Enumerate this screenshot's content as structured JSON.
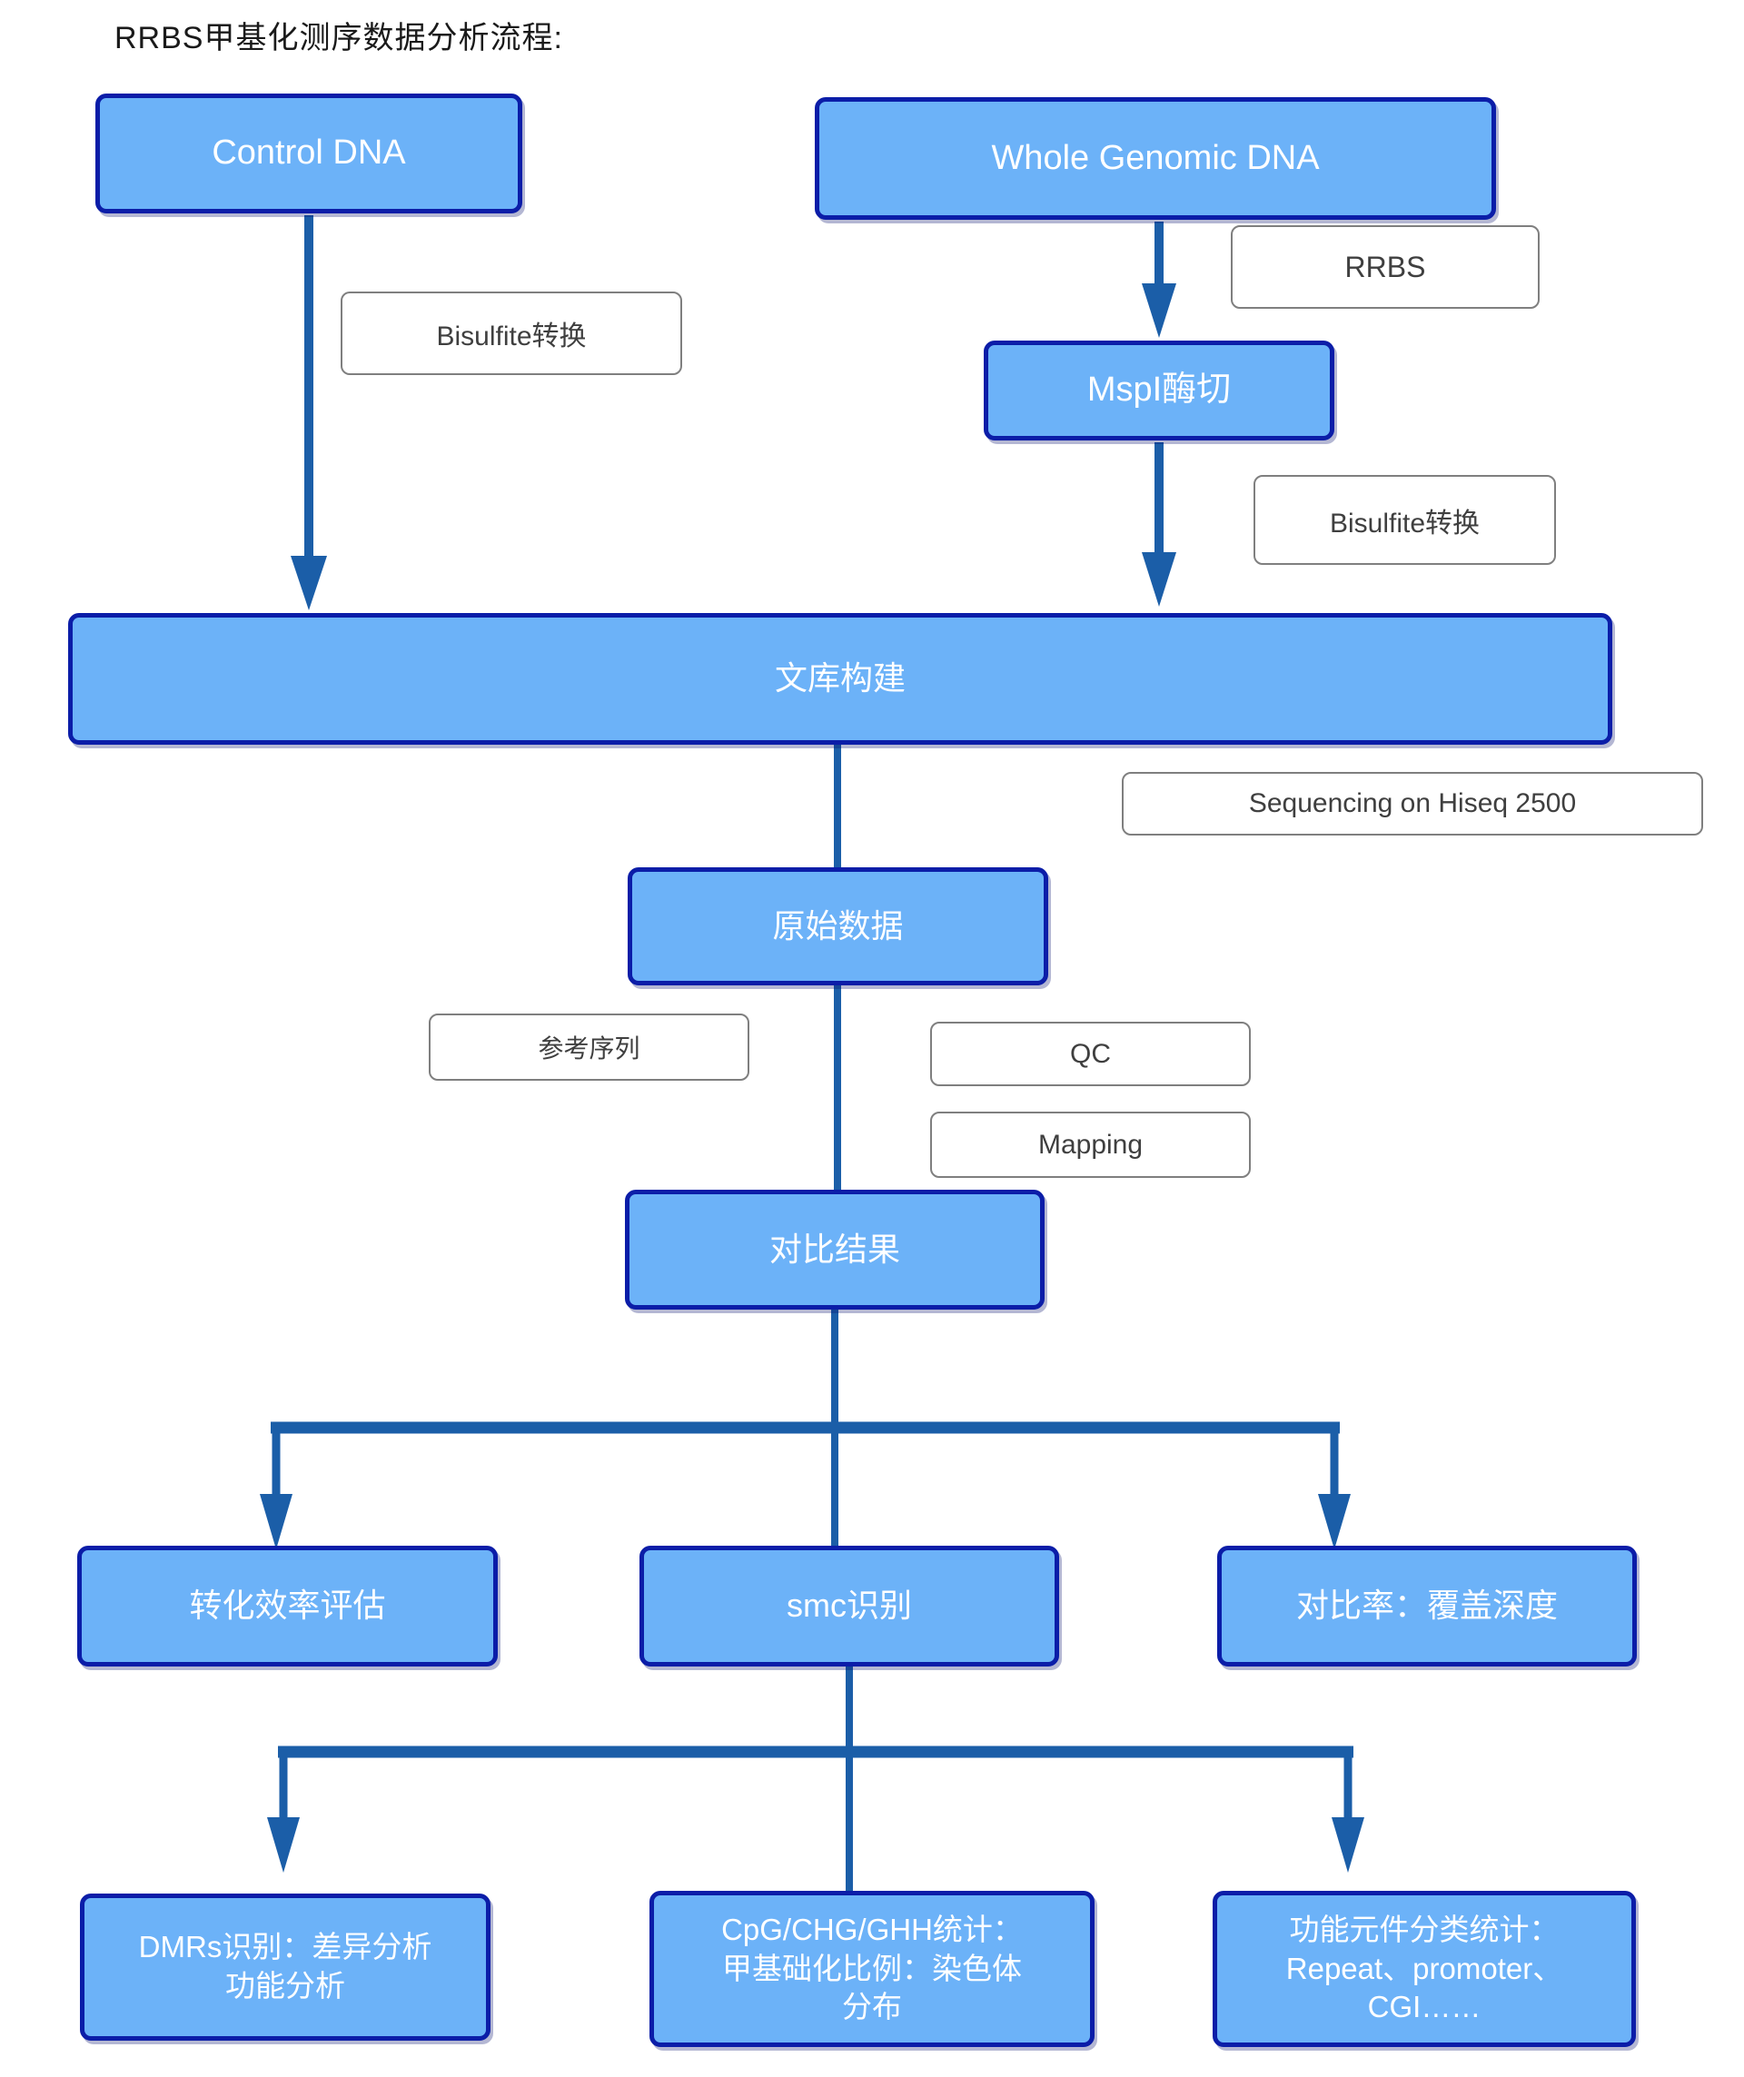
{
  "title": "RRBS甲基化测序数据分析流程:",
  "colors": {
    "node_fill": "#6CB2F8",
    "node_border": "#0B1DA8",
    "node_text": "#FFFFFF",
    "label_border": "#7F7F7F",
    "label_text": "#3F3F3F",
    "connector": "#1B5EA8",
    "title_text": "#1A1A1A"
  },
  "flow": {
    "control_dna": "Control DNA",
    "whole_genomic_dna": "Whole Genomic DNA",
    "rrbs": "RRBS",
    "bisulfite_left": "Bisulfite转换",
    "mspi": "MspI酶切",
    "bisulfite_right": "Bisulfite转换",
    "library": "文库构建",
    "sequencing": "Sequencing on Hiseq 2500",
    "raw_data": "原始数据",
    "reference": "参考序列",
    "qc": "QC",
    "mapping": "Mapping",
    "alignment_result": "对比结果",
    "conversion_efficiency": "转化效率评估",
    "smc": "smc识别",
    "mapping_rate_depth": "对比率：覆盖深度",
    "dmrs": "DMRs识别：差异分析\n功能分析",
    "cpg_stats": "CpG/CHG/GHH统计：\n甲基础化比例：染色体\n分布",
    "functional_elements": "功能元件分类统计：\nRepeat、promoter、\nCGI……"
  }
}
